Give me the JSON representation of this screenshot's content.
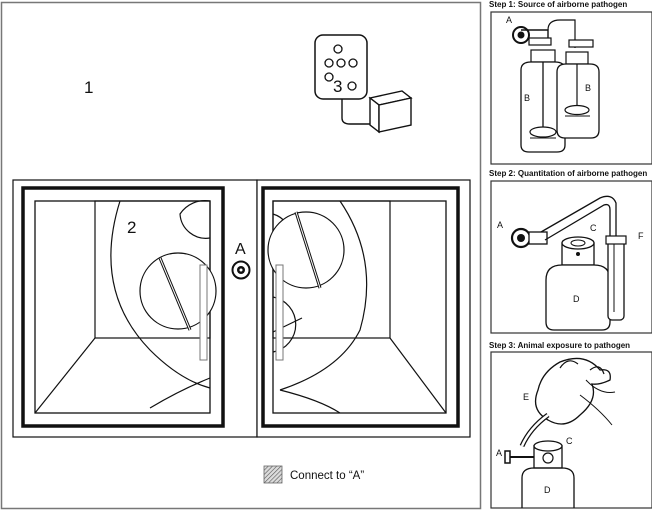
{
  "main_panel": {
    "label_1": "1",
    "label_2": "2",
    "label_3": "3",
    "port_label": "A",
    "legend_text": "Connect to “A”"
  },
  "steps": [
    {
      "title": "Step 1: Source of airborne pathogen",
      "labels": [
        "A",
        "B",
        "B"
      ]
    },
    {
      "title": "Step 2: Quantitation of airborne pathogen",
      "labels": [
        "A",
        "C",
        "F",
        "D"
      ]
    },
    {
      "title": "Step 3:  Animal exposure to pathogen",
      "labels": [
        "E",
        "C",
        "A",
        "D"
      ]
    }
  ]
}
